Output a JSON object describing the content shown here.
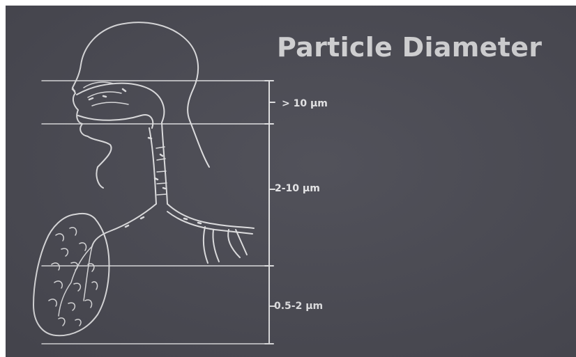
{
  "figure": {
    "title": "Particle Diameter",
    "colors": {
      "background": "#4b4b54",
      "line": "#e2e2e4",
      "text": "#d7d7d9"
    }
  },
  "deposition_regions": [
    {
      "label": "> 10 μm"
    },
    {
      "label": "2-10 μm"
    },
    {
      "label": "0.5-2 μm"
    }
  ]
}
